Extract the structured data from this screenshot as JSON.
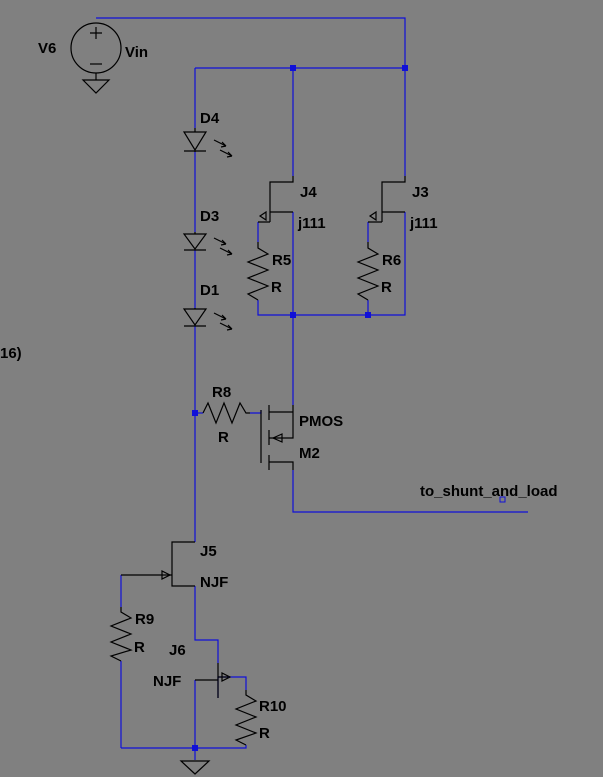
{
  "schematic": {
    "colors": {
      "background": "#808080",
      "wire": "#1010d8",
      "component": "#000000",
      "junction": "#1010d8"
    },
    "edge_text": "16)",
    "net_label": "to_shunt_and_load",
    "components": {
      "V6": {
        "ref": "V6",
        "value": "Vin",
        "type": "voltage-source"
      },
      "D4": {
        "ref": "D4",
        "type": "led"
      },
      "D3": {
        "ref": "D3",
        "type": "led"
      },
      "D1": {
        "ref": "D1",
        "type": "led"
      },
      "J4": {
        "ref": "J4",
        "value": "j111",
        "type": "pjfet"
      },
      "J3": {
        "ref": "J3",
        "value": "j111",
        "type": "pjfet"
      },
      "R5": {
        "ref": "R5",
        "value": "R",
        "type": "resistor"
      },
      "R6": {
        "ref": "R6",
        "value": "R",
        "type": "resistor"
      },
      "R8": {
        "ref": "R8",
        "value": "R",
        "type": "resistor"
      },
      "M2": {
        "ref": "M2",
        "value": "PMOS",
        "type": "pmos"
      },
      "J5": {
        "ref": "J5",
        "value": "NJF",
        "type": "njfet"
      },
      "J6": {
        "ref": "J6",
        "value": "NJF",
        "type": "njfet"
      },
      "R9": {
        "ref": "R9",
        "value": "R",
        "type": "resistor"
      },
      "R10": {
        "ref": "R10",
        "value": "R",
        "type": "resistor"
      }
    }
  }
}
